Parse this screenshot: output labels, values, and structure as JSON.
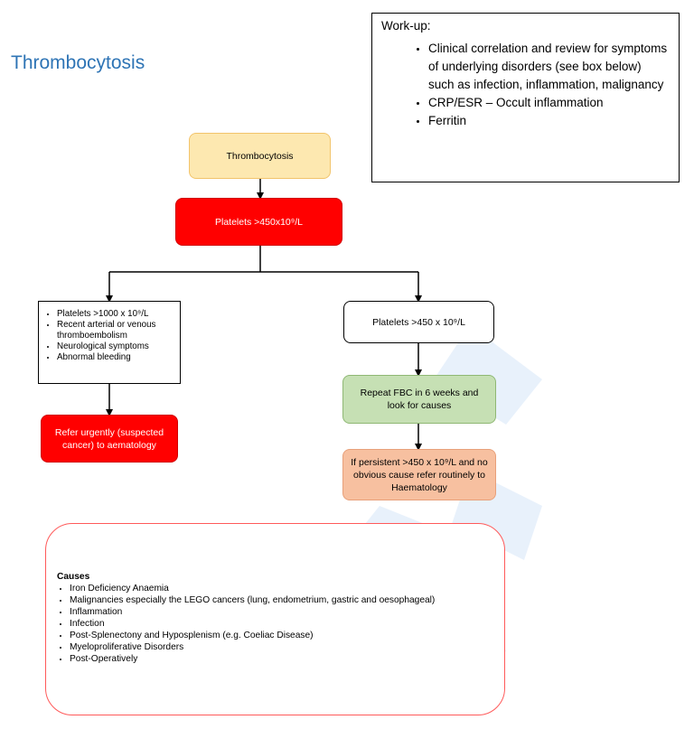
{
  "title": "Thrombocytosis",
  "workup": {
    "heading": "Work-up:",
    "items": [
      "Clinical correlation and review for symptoms of underlying disorders (see box below) such as infection, inflammation, malignancy",
      "CRP/ESR – Occult inflammation",
      "Ferritin"
    ]
  },
  "flow": {
    "thrombocytosis": "Thrombocytosis",
    "platelets_threshold": "Platelets >450x10⁹/L",
    "left_criteria": [
      "Platelets >1000 x 10⁹/L",
      "Recent arterial or venous thromboembolism",
      "Neurological symptoms",
      "Abnormal bleeding"
    ],
    "right_criteria": "Platelets >450 x 10⁹/L",
    "refer_urgent": "Refer urgently (suspected cancer) to aematology",
    "repeat_fbc": "Repeat FBC in 6 weeks and look for causes",
    "persistent": "If persistent >450 x 10⁹/L and no obvious cause refer routinely to Haematology"
  },
  "causes": {
    "heading": "Causes",
    "items": [
      "Iron Deficiency Anaemia",
      "Malignancies especially the LEGO cancers (lung, endometrium, gastric and oesophageal)",
      "Inflammation",
      "Infection",
      "Post-Splenectony and Hyposplenism (e.g. Coeliac Disease)",
      "Myeloproliferative Disorders",
      "Post-Operatively"
    ]
  },
  "colors": {
    "title": "#2e74b5",
    "yellow_box": "#fde8b0",
    "red_box": "#ff0000",
    "green_box": "#c6e0b4",
    "orange_box": "#f7c0a0",
    "causes_border": "#ff5a5a"
  }
}
